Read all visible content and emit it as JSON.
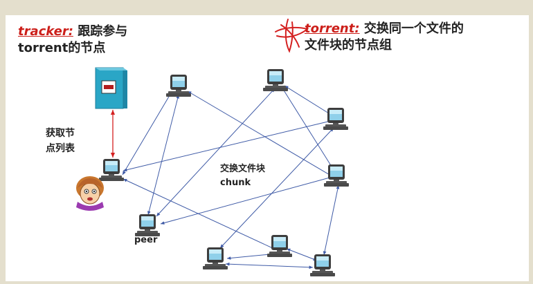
{
  "tracker_note": {
    "term": "tracker:",
    "line1": "跟踪参与",
    "line2": "torrent的节点"
  },
  "torrent_note": {
    "term": "torrent:",
    "line1": "交换同一个文件的",
    "line2": "文件块的节点组"
  },
  "get_list_label": {
    "line1": "获取节",
    "line2": "点列表"
  },
  "exchange_label": {
    "line1": "交换文件块",
    "line2": "chunk"
  },
  "peer_label": "peer",
  "colors": {
    "arrow": "#3e5aa6",
    "tracker_arrow": "#d42020",
    "annotation_red": "#cc1f1a",
    "server": "#2aa6c6",
    "background": "#e4dfcd"
  },
  "icons": [
    "tracker-server-icon",
    "peer-computer-icon",
    "user-avatar-icon",
    "hand-drawn-star-mark"
  ]
}
